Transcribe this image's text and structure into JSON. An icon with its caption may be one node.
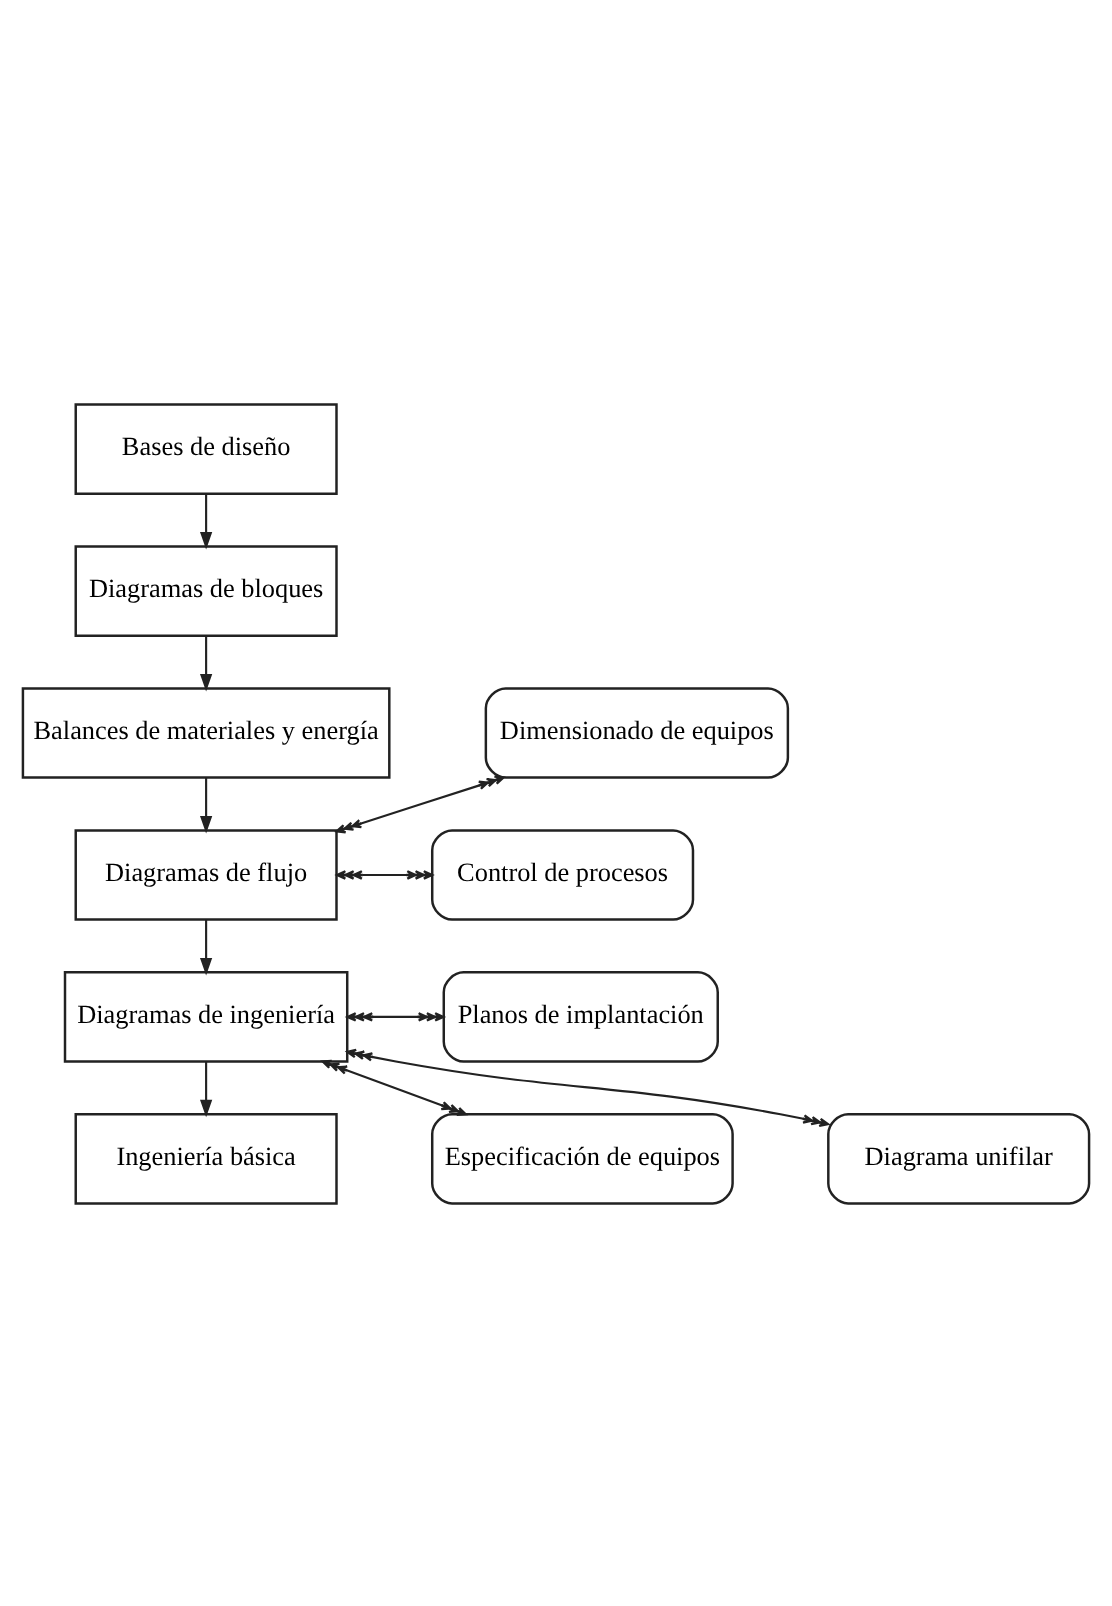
{
  "diagram": {
    "nodes": [
      {
        "text": [
          "Bases de diseño"
        ]
      },
      {
        "text": [
          "Diagramas de bloques"
        ]
      },
      {
        "text": [
          "Balances de materiales y energía"
        ]
      },
      {
        "text": [
          "Diagramas de flujo"
        ]
      },
      {
        "text": [
          "Diagramas de ingeniería"
        ]
      },
      {
        "text": [
          "Ingeniería básica"
        ]
      },
      {
        "text": [
          "Dimensionado de equipos"
        ]
      },
      {
        "text": [
          "Control de procesos"
        ]
      },
      {
        "text": [
          "Planos de implantación"
        ]
      },
      {
        "text": [
          "Especificación de equipos"
        ]
      },
      {
        "text": [
          "Diagrama unifilar"
        ]
      }
    ],
    "edges": [
      {
        "from": 0,
        "to": 1,
        "arrow": "to"
      },
      {
        "from": 1,
        "to": 2,
        "arrow": "to"
      },
      {
        "from": 2,
        "to": 3,
        "arrow": "to"
      },
      {
        "from": 3,
        "to": 4,
        "arrow": "to"
      },
      {
        "from": 4,
        "to": 5,
        "arrow": "to"
      },
      {
        "from": 3,
        "to": 6,
        "arrow": "both"
      },
      {
        "from": 3,
        "to": 7,
        "arrow": "both"
      },
      {
        "from": 4,
        "to": 8,
        "arrow": "both"
      },
      {
        "from": 4,
        "to": 9,
        "arrow": "both"
      },
      {
        "from": 4,
        "to": 10,
        "arrow": "both"
      }
    ]
  }
}
